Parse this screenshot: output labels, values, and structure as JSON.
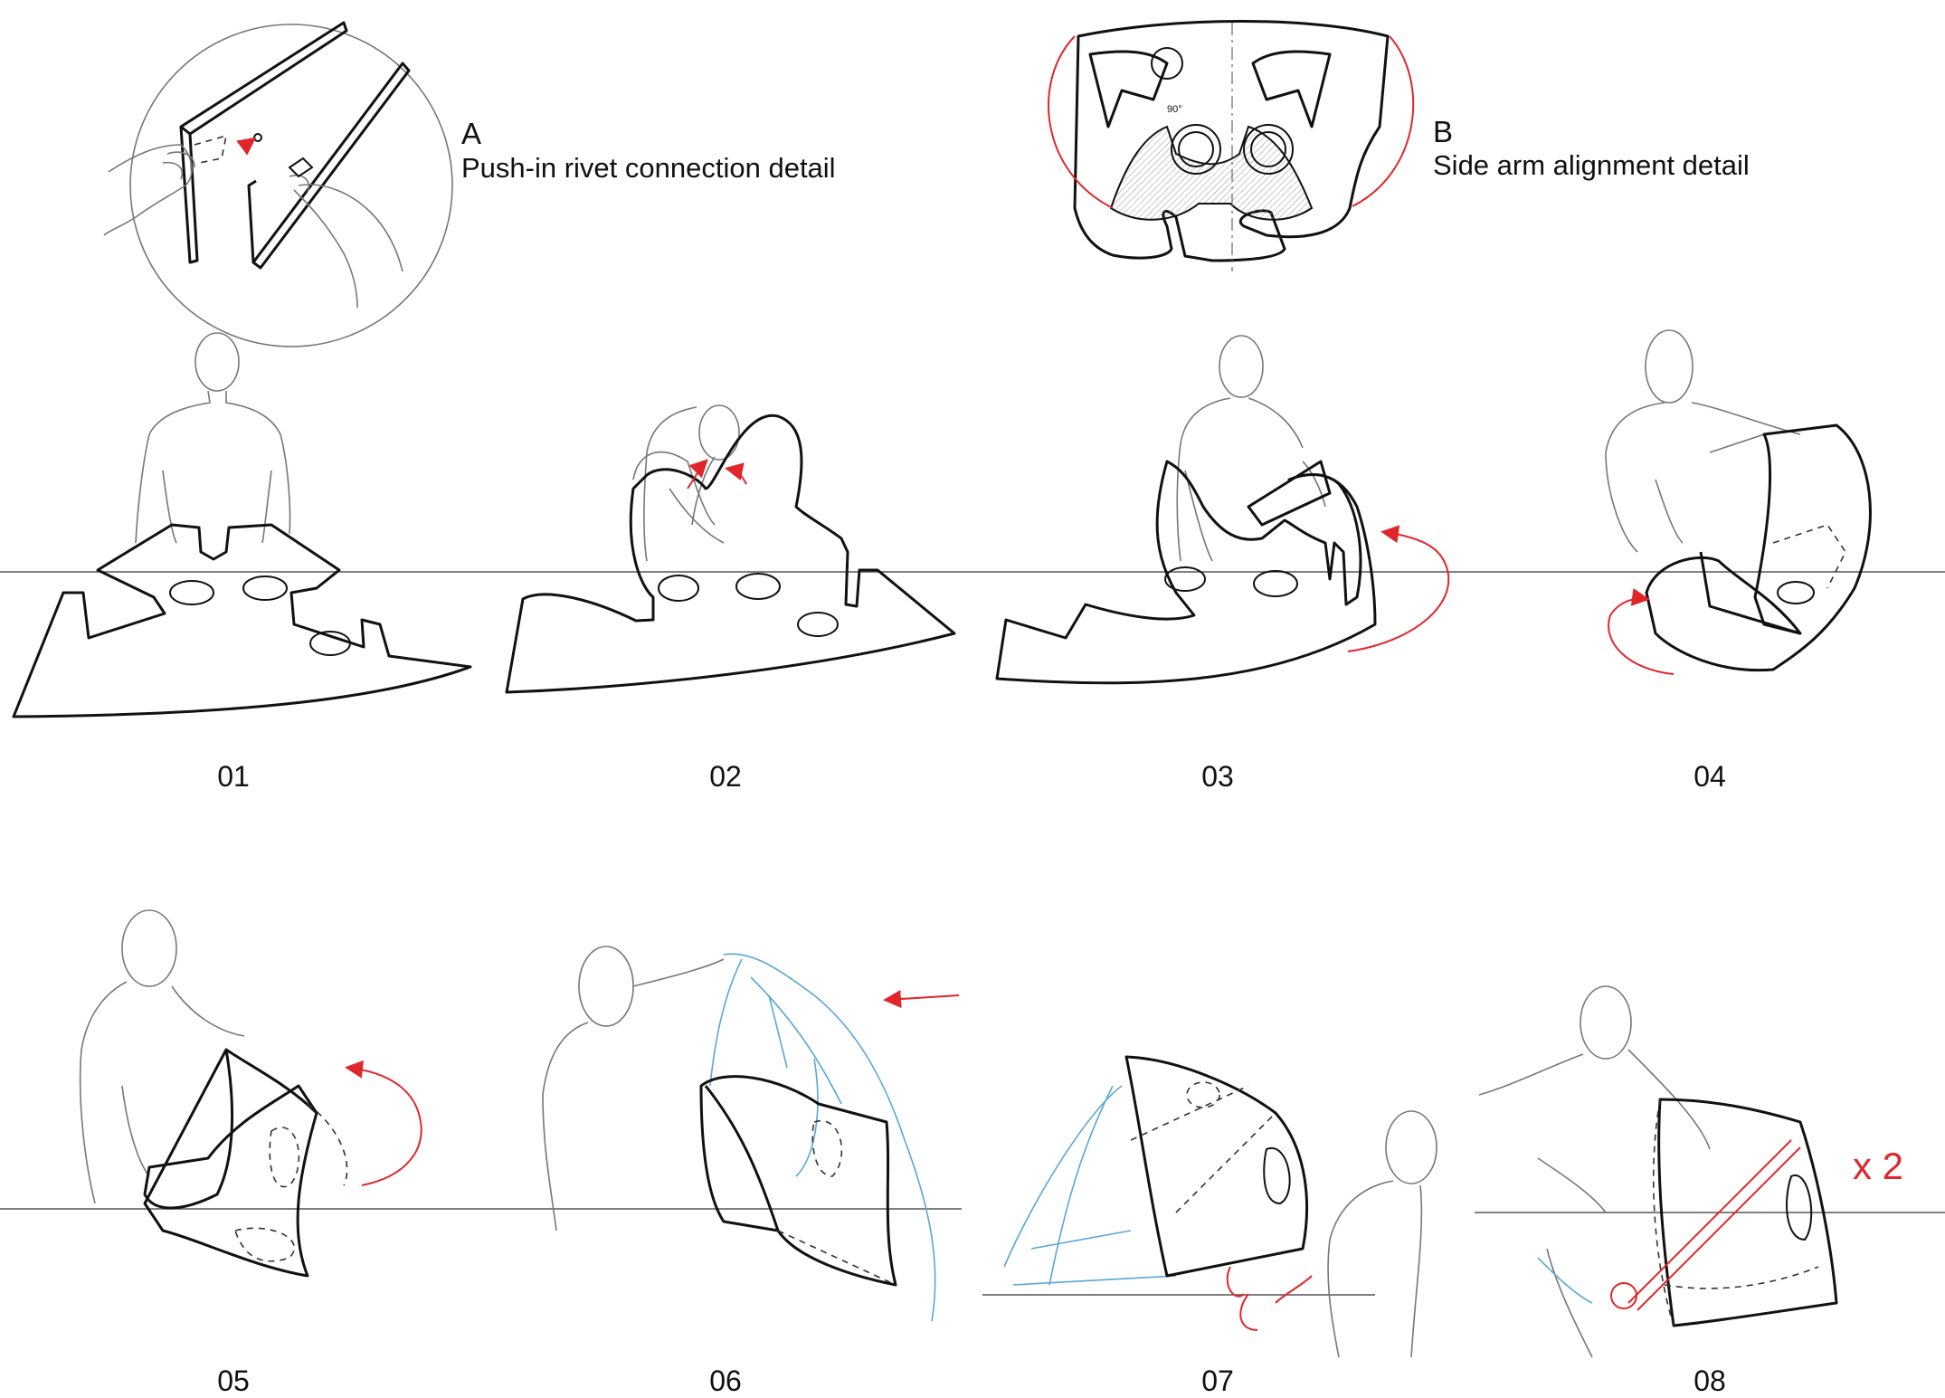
{
  "detail_a": {
    "letter": "A",
    "caption": "Push-in rivet connection detail"
  },
  "detail_b": {
    "letter": "B",
    "caption": "Side arm alignment detail",
    "angle_note": "90°"
  },
  "steps": [
    "01",
    "02",
    "03",
    "04",
    "05",
    "06",
    "07",
    "08"
  ],
  "multiplier": "x 2",
  "colors": {
    "accent": "#e0262b",
    "cover": "#5aa7d6",
    "line": "#111111"
  }
}
